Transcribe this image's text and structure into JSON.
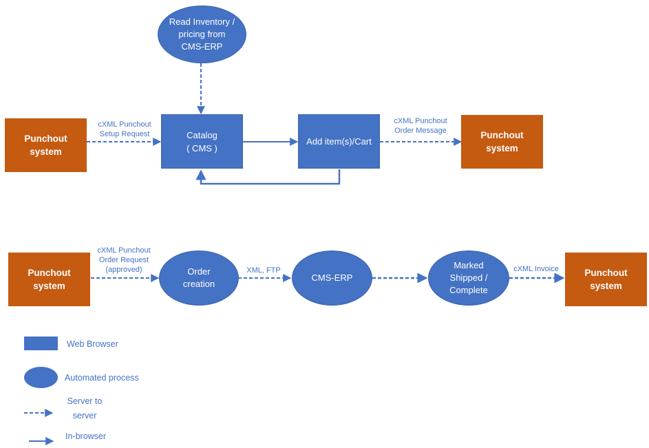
{
  "top_row": {
    "punchout_left": [
      "Punchout",
      "system"
    ],
    "read_inventory": [
      "Read Inventory /",
      "pricing from",
      "CMS-ERP"
    ],
    "catalog": [
      "Catalog",
      "( CMS )"
    ],
    "add_items": "Add item(s)/Cart",
    "punchout_right": [
      "Punchout",
      "system"
    ],
    "setup_request_label": [
      "cXML Punchout",
      "Setup Request"
    ],
    "order_message_label": [
      "cXML Punchout",
      "Order Message"
    ]
  },
  "bottom_row": {
    "punchout_left": [
      "Punchout",
      "system"
    ],
    "order_request_label": [
      "cXML Punchout",
      "Order Request",
      "(approved)"
    ],
    "order_creation": [
      "Order",
      "creation"
    ],
    "xml_ftp_label": "XML, FTP",
    "cms_erp": "CMS-ERP",
    "marked_shipped": [
      "Marked",
      "Shipped /",
      "Complete"
    ],
    "invoice_label": "cXML Invoice",
    "punchout_right": [
      "Punchout",
      "system"
    ]
  },
  "legend": {
    "web_browser": "Web Browser",
    "automated_process": "Automated process",
    "server_to_server": [
      "Server to",
      "server"
    ],
    "in_browser": "In-browser"
  },
  "colors": {
    "blue": "#4472c4",
    "orange": "#c55a11",
    "text_blue": "#4472c4"
  }
}
